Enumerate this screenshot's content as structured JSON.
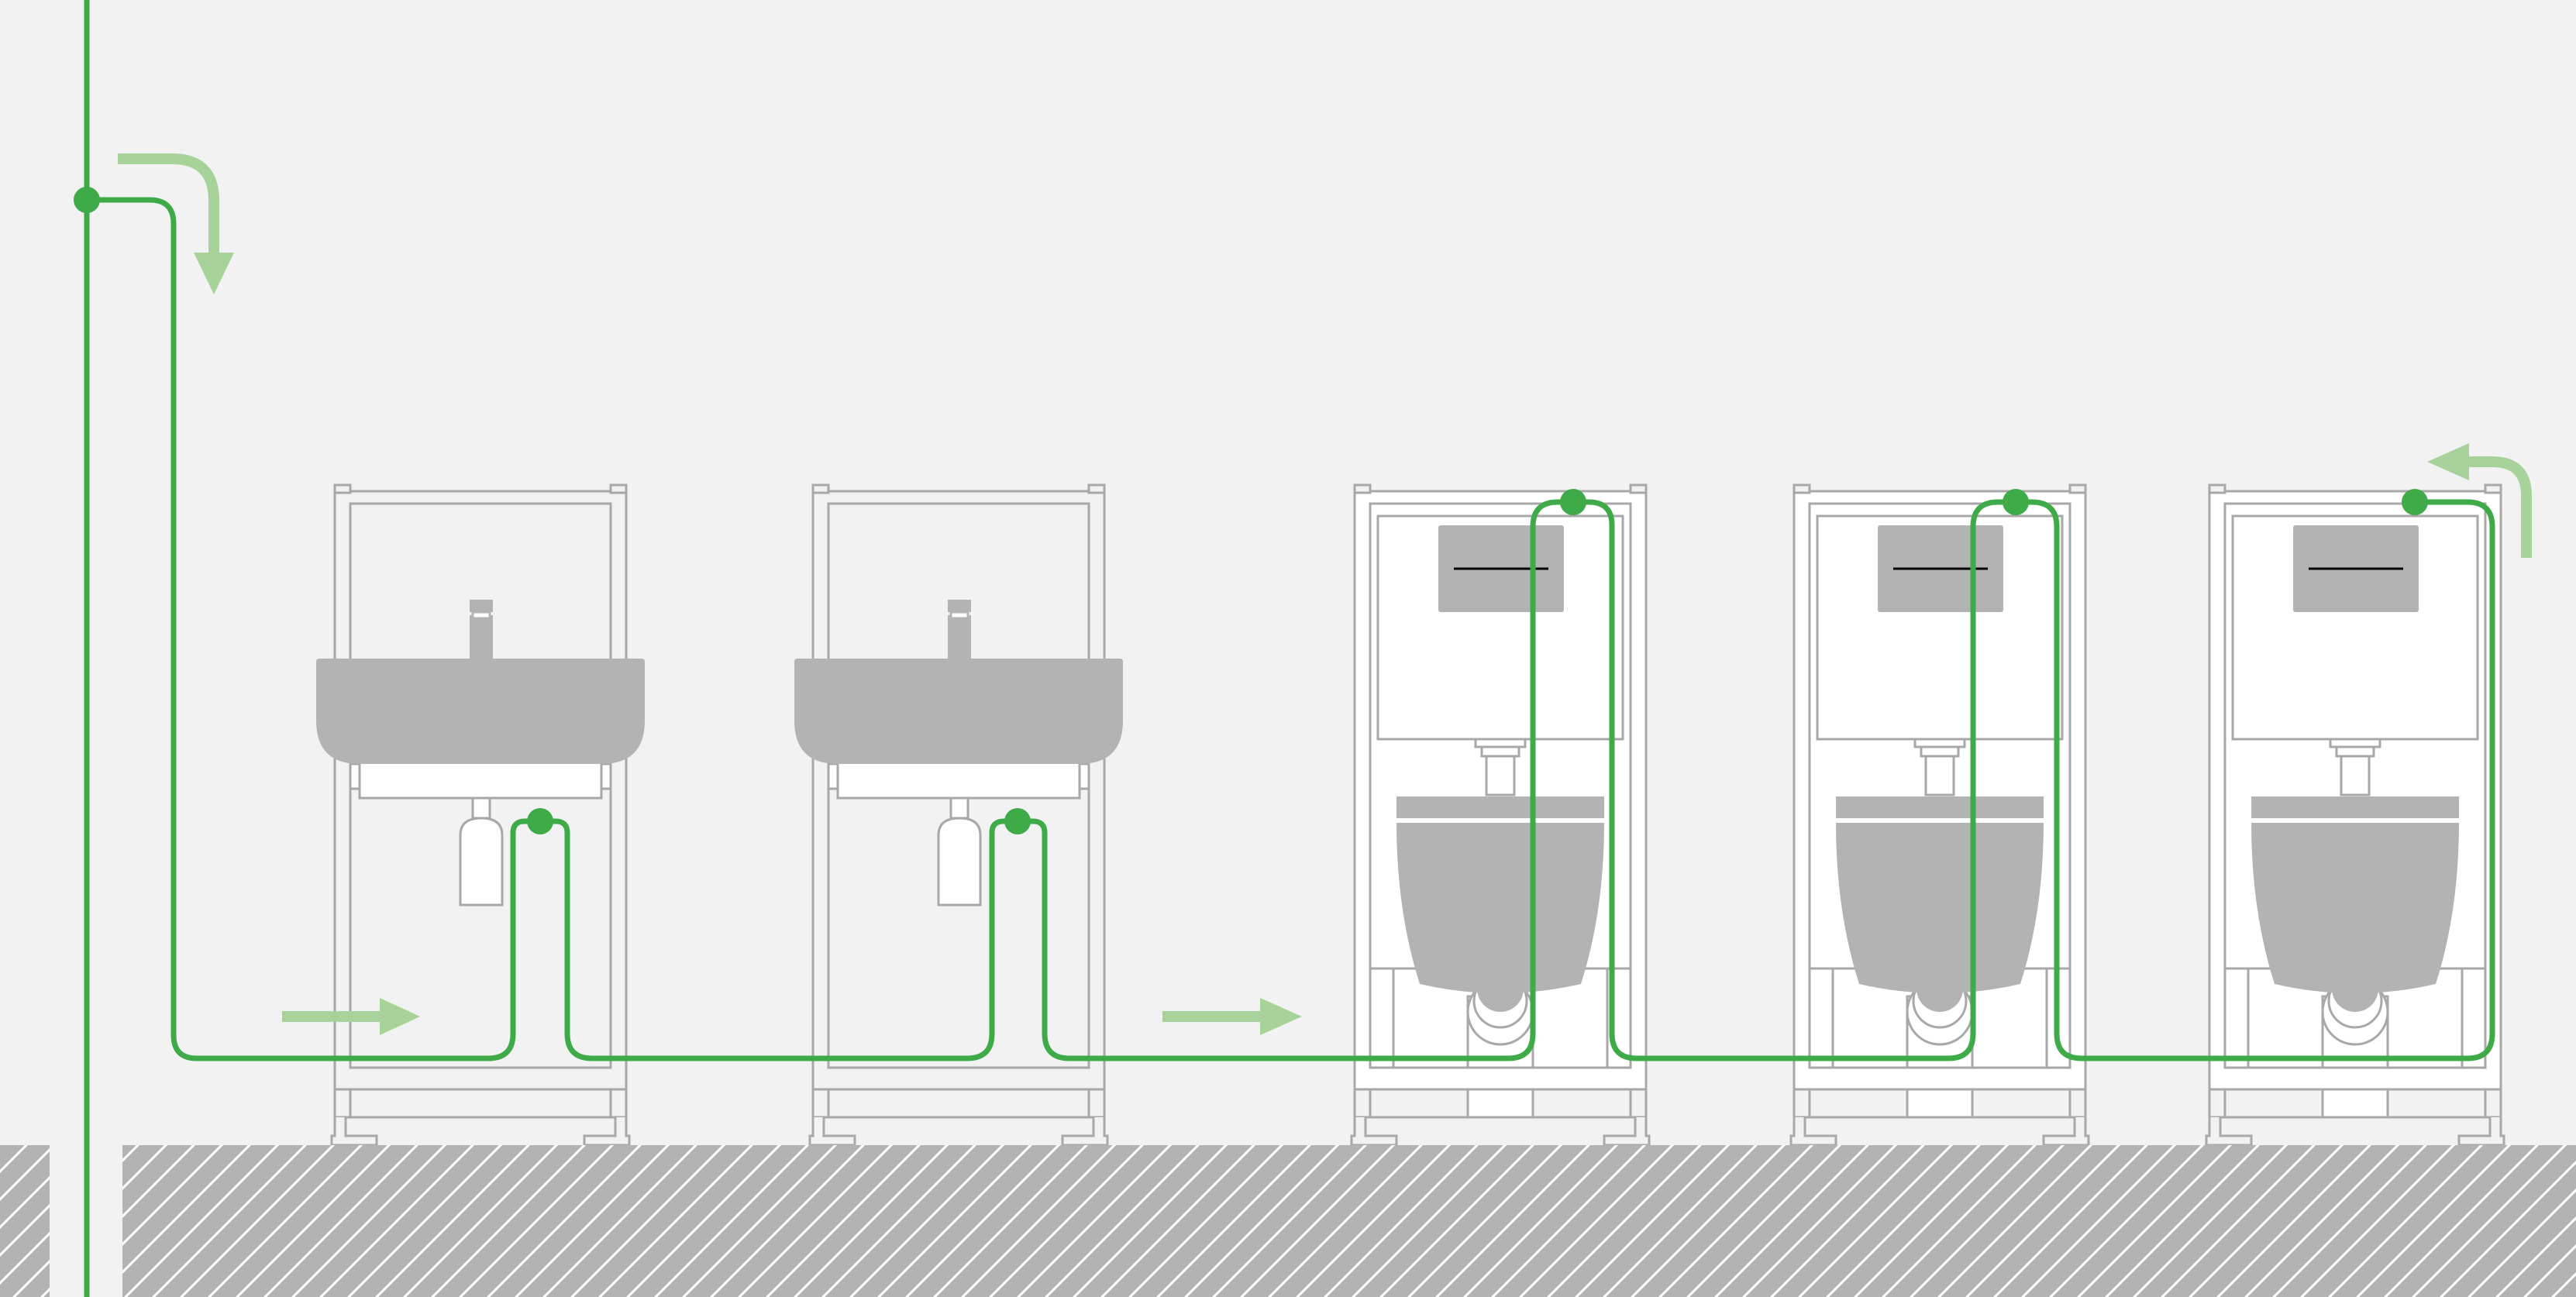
{
  "diagram": {
    "colors": {
      "background": "#f2f2f2",
      "pipe": "#3faa48",
      "flow_arrow": "#a7d39b",
      "fixture_outline": "#a8a8a8",
      "fixture_fill": "#b3b3b3",
      "frame_fill": "#ffffff",
      "floor": "#b3b3b3",
      "floor_hatch": "#ffffff"
    },
    "fixtures": [
      {
        "kind": "washbasin",
        "id": "washbasin-1"
      },
      {
        "kind": "washbasin",
        "id": "washbasin-2"
      },
      {
        "kind": "wc",
        "id": "wc-1"
      },
      {
        "kind": "wc",
        "id": "wc-2"
      },
      {
        "kind": "wc",
        "id": "wc-3"
      }
    ],
    "flow_arrows": [
      {
        "id": "flow-arrow-inlet",
        "direction": "down"
      },
      {
        "id": "flow-arrow-1",
        "direction": "right"
      },
      {
        "id": "flow-arrow-2",
        "direction": "right"
      },
      {
        "id": "flow-arrow-return",
        "direction": "left"
      }
    ],
    "connection_points": 6
  }
}
